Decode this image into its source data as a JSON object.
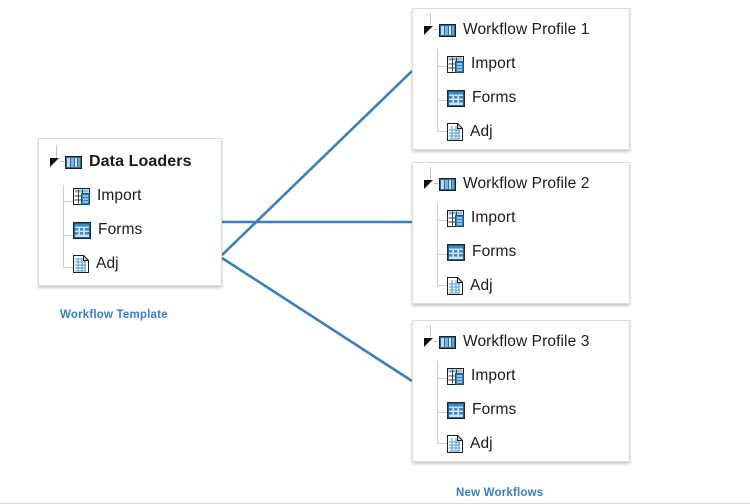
{
  "diagram": {
    "background": "#ffffff",
    "connector_color": "#3d7ebc",
    "caption_color": "#3a7fc1",
    "template_panel": {
      "name": "workflow-template-panel",
      "root": {
        "label": "Data Loaders",
        "icon": "database-bar-icon",
        "expander": "expanded-triangle-icon",
        "bold": true
      },
      "children": [
        {
          "label": "Import",
          "icon": "import-grid-icon"
        },
        {
          "label": "Forms",
          "icon": "forms-table-icon"
        },
        {
          "label": "Adj",
          "icon": "adj-document-icon"
        }
      ]
    },
    "template_caption": "Workflow Template",
    "profiles": [
      {
        "name": "workflow-profile-1-panel",
        "root": {
          "label": "Workflow Profile 1",
          "icon": "database-bar-icon",
          "expander": "expanded-triangle-icon",
          "bold": false
        },
        "children": [
          {
            "label": "Import",
            "icon": "import-grid-icon"
          },
          {
            "label": "Forms",
            "icon": "forms-table-icon"
          },
          {
            "label": "Adj",
            "icon": "adj-document-icon"
          }
        ]
      },
      {
        "name": "workflow-profile-2-panel",
        "root": {
          "label": "Workflow Profile 2",
          "icon": "database-bar-icon",
          "expander": "expanded-triangle-icon",
          "bold": false
        },
        "children": [
          {
            "label": "Import",
            "icon": "import-grid-icon"
          },
          {
            "label": "Forms",
            "icon": "forms-table-icon"
          },
          {
            "label": "Adj",
            "icon": "adj-document-icon"
          }
        ]
      },
      {
        "name": "workflow-profile-3-panel",
        "root": {
          "label": "Workflow Profile 3",
          "icon": "database-bar-icon",
          "expander": "expanded-triangle-icon",
          "bold": false
        },
        "children": [
          {
            "label": "Import",
            "icon": "import-grid-icon"
          },
          {
            "label": "Forms",
            "icon": "forms-table-icon"
          },
          {
            "label": "Adj",
            "icon": "adj-document-icon"
          }
        ]
      }
    ],
    "profiles_caption": "New Workflows"
  }
}
